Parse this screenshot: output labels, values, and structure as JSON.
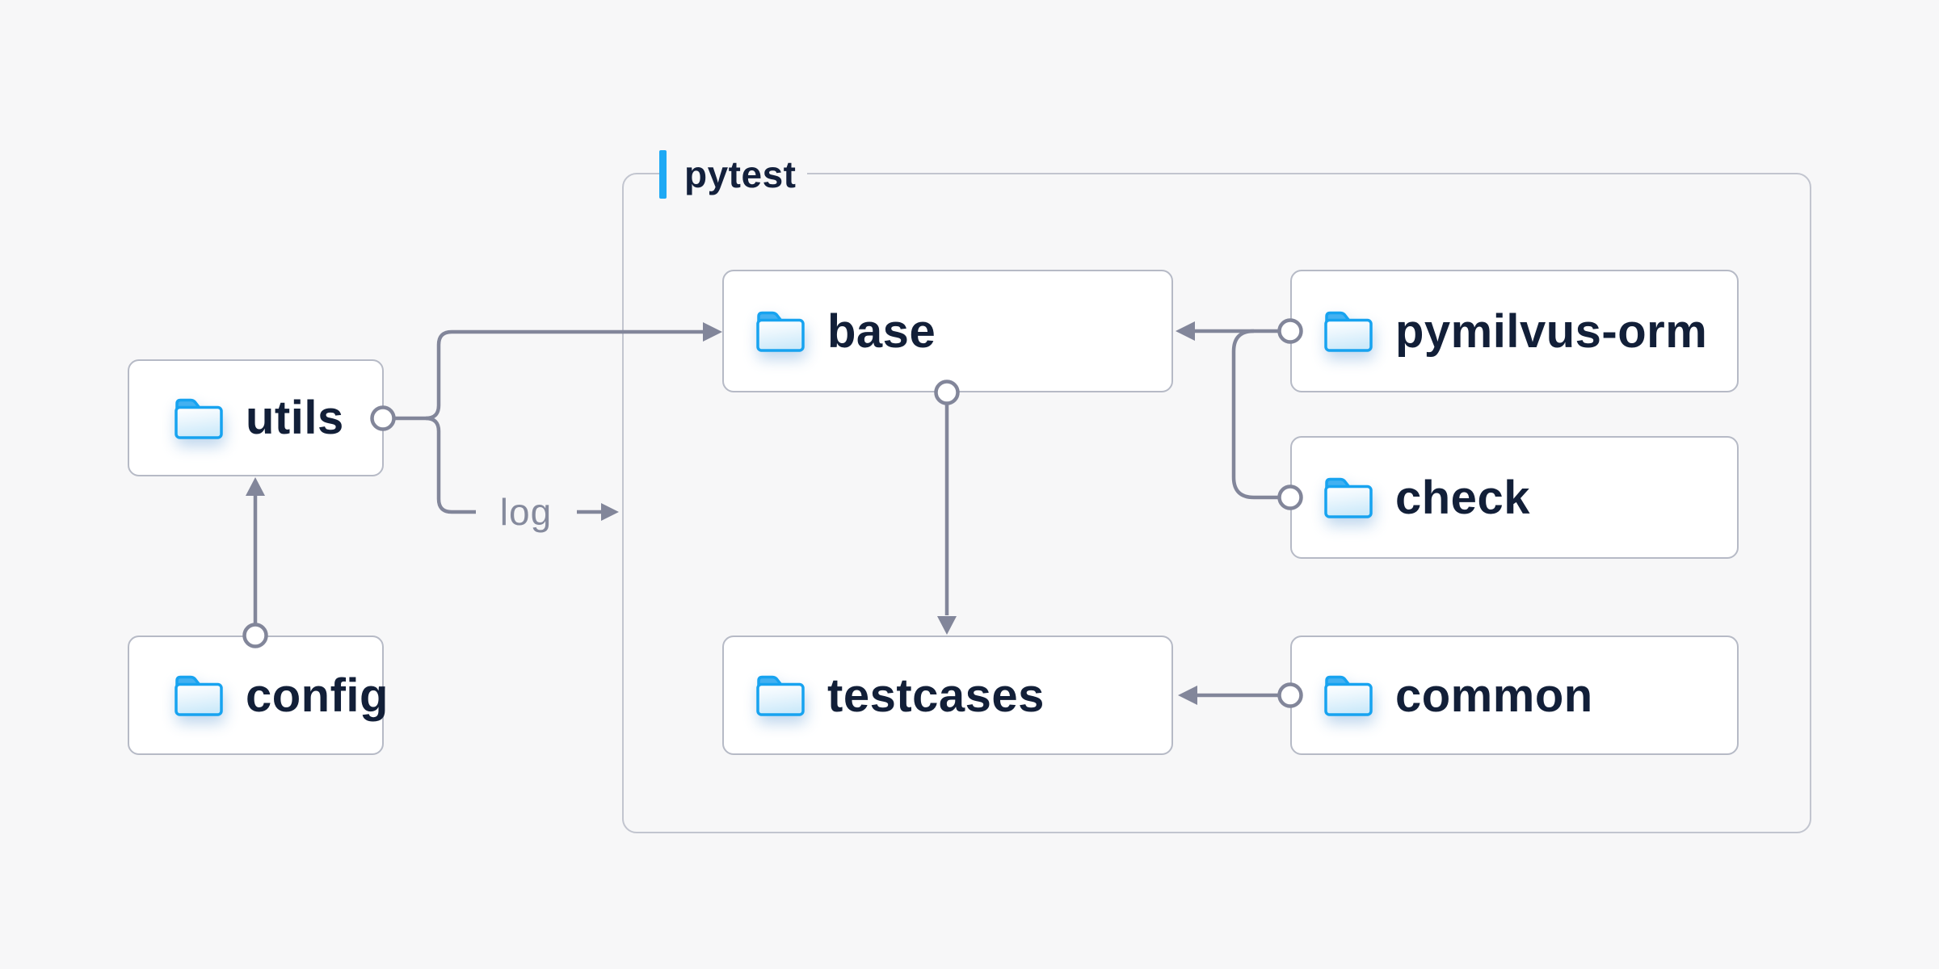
{
  "group": {
    "label": "pytest"
  },
  "nodes": {
    "utils": {
      "label": "utils"
    },
    "config": {
      "label": "config"
    },
    "base": {
      "label": "base"
    },
    "pymilvus_orm": {
      "label": "pymilvus-orm"
    },
    "check": {
      "label": "check"
    },
    "testcases": {
      "label": "testcases"
    },
    "common": {
      "label": "common"
    }
  },
  "edge_label": {
    "text": "log"
  },
  "edges": [
    {
      "from": "config",
      "to": "utils",
      "style": "arrow"
    },
    {
      "from": "utils",
      "to": "base",
      "style": "arrow"
    },
    {
      "from": "utils",
      "to": "pytest",
      "style": "arrow",
      "label": "log"
    },
    {
      "from": "pymilvus-orm",
      "to": "base",
      "style": "arrow"
    },
    {
      "from": "check",
      "to": "base",
      "style": "arrow"
    },
    {
      "from": "base",
      "to": "testcases",
      "style": "arrow"
    },
    {
      "from": "common",
      "to": "testcases",
      "style": "arrow"
    }
  ],
  "colors": {
    "background": "#f7f7f8",
    "accent_blue": "#1ea9f4",
    "folder_blue": "#17a3f0",
    "connector_gray": "#82869a",
    "text_navy": "#121f38",
    "edge_label_gray": "#858a9d"
  }
}
